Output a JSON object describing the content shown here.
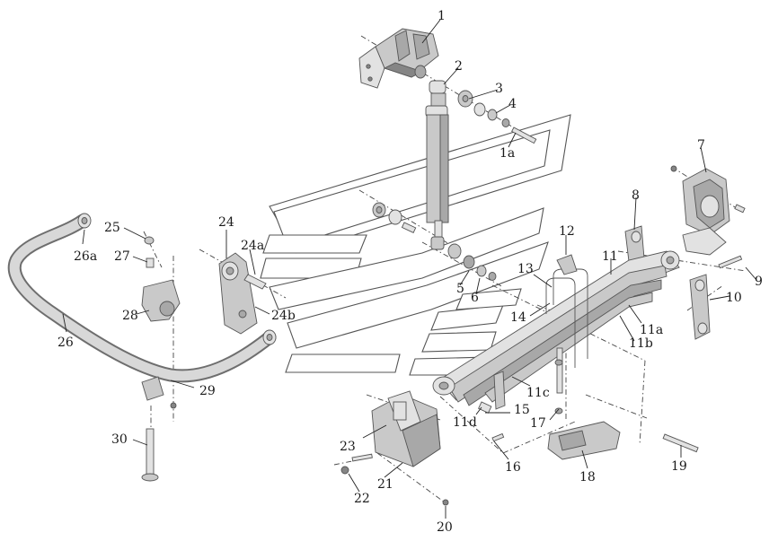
{
  "callouts": {
    "c1": "1",
    "c2": "2",
    "c3": "3",
    "c4": "4",
    "c1a": "1a",
    "c7": "7",
    "c8": "8",
    "c9": "9",
    "c10": "10",
    "c11": "11",
    "c11a": "11a",
    "c11b": "11b",
    "c11c": "11c",
    "c11d": "11d",
    "c12": "12",
    "c13": "13",
    "c14": "14",
    "c5": "5",
    "c6": "6",
    "c15": "15",
    "c16": "16",
    "c17": "17",
    "c18": "18",
    "c19": "19",
    "c20": "20",
    "c21": "21",
    "c22": "22",
    "c23": "23",
    "c24": "24",
    "c24a": "24a",
    "c24b": "24b",
    "c25": "25",
    "c26a": "26a",
    "c27": "27",
    "c28": "28",
    "c26": "26",
    "c29": "29",
    "c30": "30"
  },
  "colors": {
    "line": "#222222",
    "shade_light": "#e2e2e2",
    "shade_mid": "#c9c9c9",
    "shade_dark": "#a8a8a8"
  }
}
